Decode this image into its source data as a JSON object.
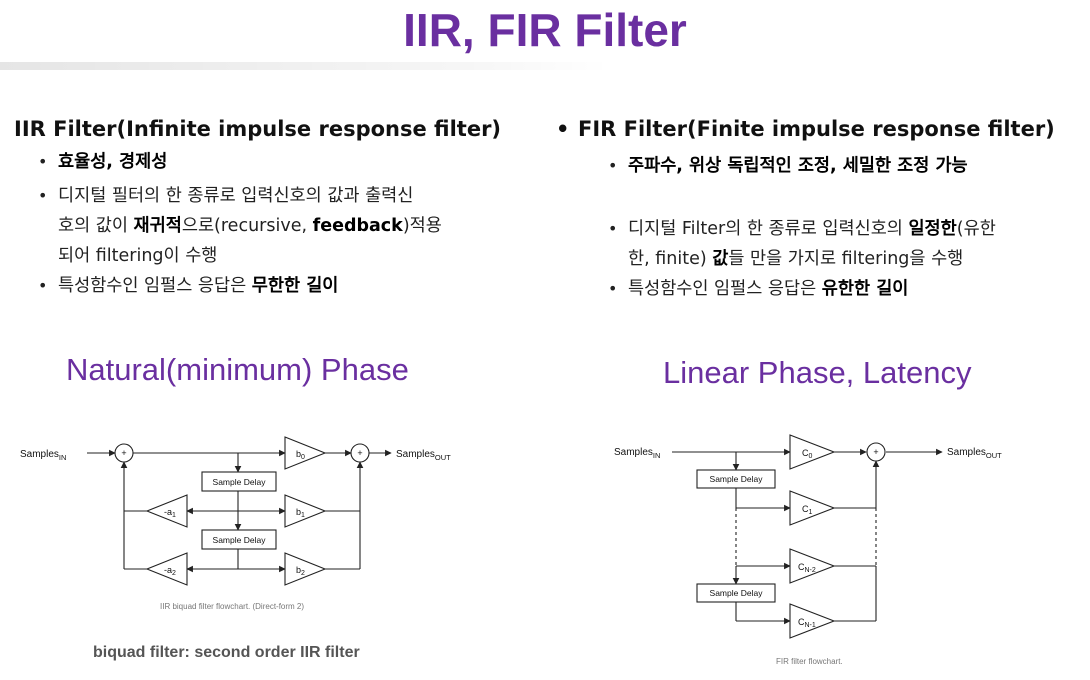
{
  "title": "IIR, FIR Filter",
  "iir": {
    "heading": "IIR Filter(Infinite impulse response filter)",
    "b1": "효율성, 경제성",
    "b2": {
      "t1": "디지털 필터의 한 종류로 입력신호의 값과 출력신",
      "t2": "호의 값이 ",
      "t3": "재귀적",
      "t4": "으로(recursive, ",
      "t5": "feedback",
      "t6": ")적용",
      "t7": "되어 filtering이 수행"
    },
    "b3": {
      "t1": "특성함수인 임펄스 응답은 ",
      "t2": "무한한 길이"
    },
    "phase": "Natural(minimum) Phase",
    "diagram": {
      "in_label": "Samples",
      "in_sub": "IN",
      "out_label": "Samples",
      "out_sub": "OUT",
      "plus": "+",
      "delay1": "Sample Delay",
      "delay2": "Sample Delay",
      "b0": "b",
      "b0_sub": "0",
      "b1": "b",
      "b1_sub": "1",
      "b2": "b",
      "b2_sub": "2",
      "a1": "-a",
      "a1_sub": "1",
      "a2": "-a",
      "a2_sub": "2"
    },
    "caption": "IIR biquad filter flowchart. (Direct-form 2)",
    "sub_caption": "biquad filter: second order IIR filter"
  },
  "fir": {
    "bullet": "•",
    "heading": "FIR Filter(Finite impulse response filter)",
    "b1": "주파수, 위상 독립적인 조정, 세밀한 조정 가능",
    "b2": {
      "t1": "디지털 Filter의 한 종류로 입력신호의 ",
      "t2": "일정한",
      "t3": "(유한",
      "t4": "한, finite) ",
      "t5": "값",
      "t6": "들 만을 가지로 filtering을 수행"
    },
    "b3": {
      "t1": "특성함수인 임펄스 응답은 ",
      "t2": "유한한 길이"
    },
    "phase": "Linear Phase, Latency",
    "diagram": {
      "in_label": "Samples",
      "in_sub": "IN",
      "out_label": "Samples",
      "out_sub": "OUT",
      "plus": "+",
      "delay1": "Sample Delay",
      "delay2": "Sample Delay",
      "c0": "C",
      "c0_sub": "0",
      "c1": "C",
      "c1_sub": "1",
      "cn2": "C",
      "cn2_sub": "N-2",
      "cn1": "C",
      "cn1_sub": "N-1"
    },
    "caption": "FIR filter flowchart."
  }
}
